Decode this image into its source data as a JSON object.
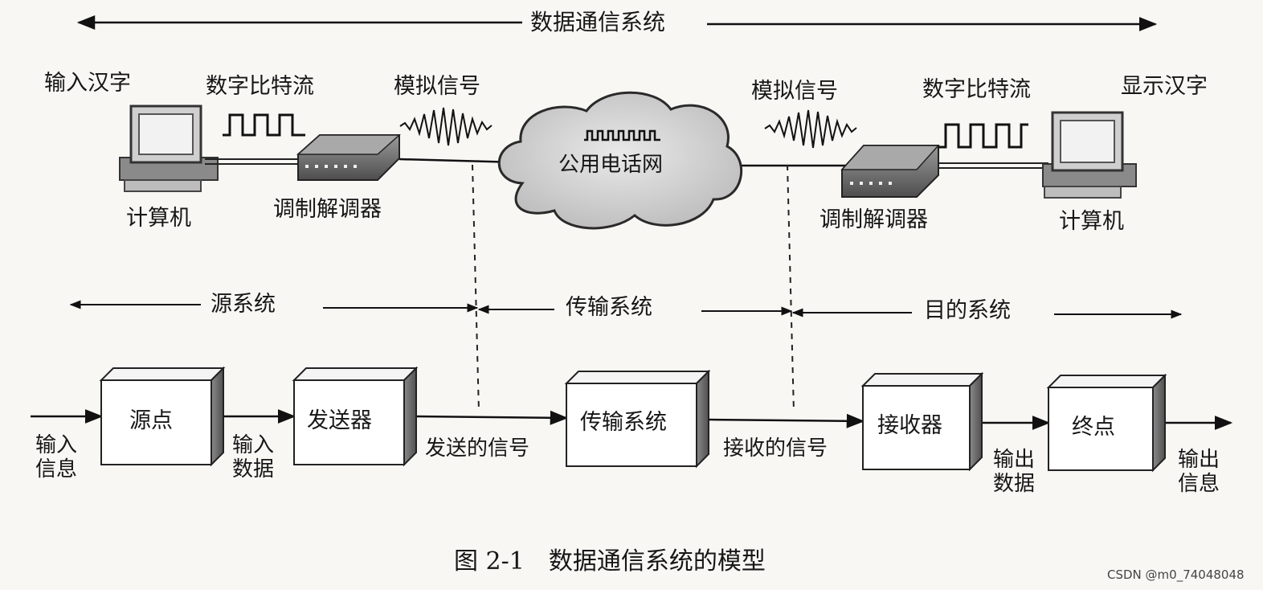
{
  "top": {
    "system_title": "数据通信系统",
    "input_label": "输入汉字",
    "display_label": "显示汉字",
    "left_bitstream_label": "数字比特流",
    "right_bitstream_label": "数字比特流",
    "left_analog_label": "模拟信号",
    "right_analog_label": "模拟信号",
    "network_label": "公用电话网",
    "left_computer_label": "计算机",
    "right_computer_label": "计算机",
    "left_modem_label": "调制解调器",
    "right_modem_label": "调制解调器"
  },
  "sections": {
    "source": "源系统",
    "transmission": "传输系统",
    "destination": "目的系统"
  },
  "blocks": {
    "source_point": "源点",
    "transmitter": "发送器",
    "transmission_system": "传输系统",
    "receiver": "接收器",
    "destination_point": "终点"
  },
  "flows": {
    "input_info": [
      "输入",
      "信息"
    ],
    "input_data": [
      "输入",
      "数据"
    ],
    "sent_signal": "发送的信号",
    "received_signal": "接收的信号",
    "output_data": [
      "输出",
      "数据"
    ],
    "output_info": [
      "输出",
      "信息"
    ]
  },
  "caption": "图 2-1　数据通信系统的模型",
  "watermark": "CSDN @m0_74048048"
}
